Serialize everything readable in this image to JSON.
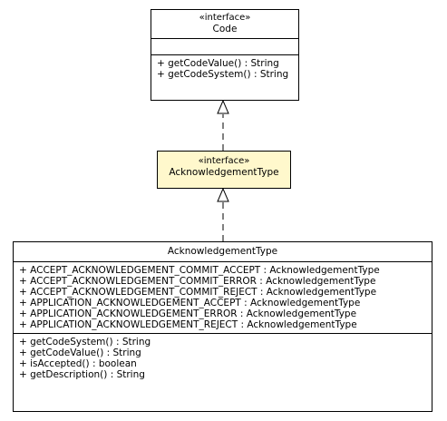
{
  "diagram": {
    "code_interface": {
      "stereotype": "«interface»",
      "name": "Code",
      "attributes": [],
      "operations": [
        "+ getCodeValue() : String",
        "+ getCodeSystem() : String"
      ]
    },
    "ack_interface": {
      "stereotype": "«interface»",
      "name": "AcknowledgementType"
    },
    "ack_enum": {
      "name": "AcknowledgementType",
      "attributes": [
        "+ ACCEPT_ACKNOWLEDGEMENT_COMMIT_ACCEPT : AcknowledgementType",
        "+ ACCEPT_ACKNOWLEDGEMENT_COMMIT_ERROR : AcknowledgementType",
        "+ ACCEPT_ACKNOWLEDGEMENT_COMMIT_REJECT : AcknowledgementType",
        "+ APPLICATION_ACKNOWLEDGEMENT_ACCEPT : AcknowledgementType",
        "+ APPLICATION_ACKNOWLEDGEMENT_ERROR : AcknowledgementType",
        "+ APPLICATION_ACKNOWLEDGEMENT_REJECT : AcknowledgementType"
      ],
      "operations": [
        "+ getCodeSystem() : String",
        "+ getCodeValue() : String",
        "+ isAccepted() : boolean",
        "+ getDescription() : String"
      ]
    },
    "colors": {
      "line": "#000000",
      "highlight_fill": "#fff8cc",
      "box_fill": "#ffffff"
    }
  }
}
